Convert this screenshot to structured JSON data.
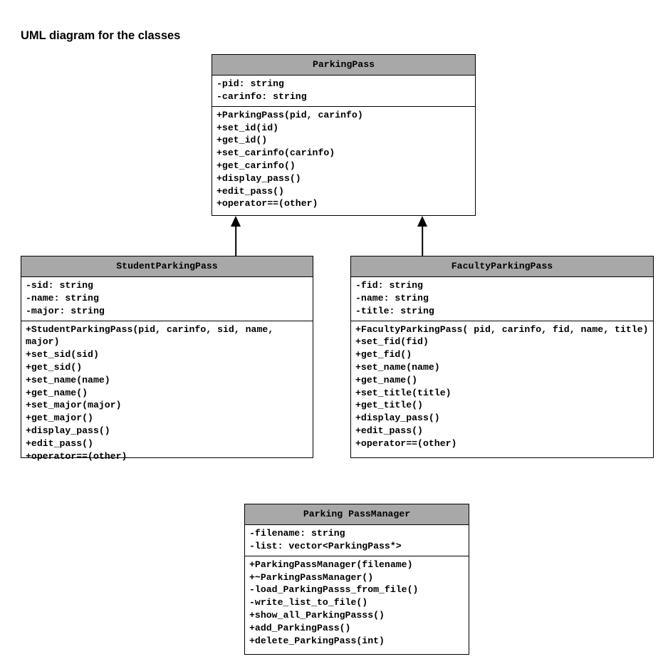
{
  "page": {
    "title": "UML diagram for the classes"
  },
  "diagram": {
    "type": "uml-class-diagram",
    "classes": [
      {
        "id": "parkingpass",
        "name": "ParkingPass",
        "attributes": [
          "-pid: string",
          "-carinfo: string"
        ],
        "methods": [
          "+ParkingPass(pid, carinfo)",
          "+set_id(id)",
          "+get_id()",
          "+set_carinfo(carinfo)",
          "+get_carinfo()",
          "+display_pass()",
          "+edit_pass()",
          "+operator==(other)"
        ]
      },
      {
        "id": "studentparkingpass",
        "name": "StudentParkingPass",
        "attributes": [
          "-sid: string",
          "-name: string",
          "-major: string"
        ],
        "methods": [
          "+StudentParkingPass(pid, carinfo, sid, name, major)",
          "+set_sid(sid)",
          "+get_sid()",
          "+set_name(name)",
          "+get_name()",
          "+set_major(major)",
          "+get_major()",
          "+display_pass()",
          "+edit_pass()",
          "+operator==(other)"
        ]
      },
      {
        "id": "facultyparkingpass",
        "name": "FacultyParkingPass",
        "attributes": [
          "-fid: string",
          "-name: string",
          "-title: string"
        ],
        "methods": [
          "+FacultyParkingPass( pid, carinfo, fid, name, title)",
          "+set_fid(fid)",
          "+get_fid()",
          "+set_name(name)",
          "+get_name()",
          "+set_title(title)",
          "+get_title()",
          "+display_pass()",
          "+edit_pass()",
          "+operator==(other)"
        ]
      },
      {
        "id": "parkingpassmanager",
        "name": "Parking PassManager",
        "attributes": [
          "-filename: string",
          "-list: vector<ParkingPass*>"
        ],
        "methods": [
          "+ParkingPassManager(filename)",
          "+~ParkingPassManager()",
          "-load_ParkingPasss_from_file()",
          "-write_list_to_file()",
          "+show_all_ParkingPasss()",
          "+add_ParkingPass()",
          "+delete_ParkingPass(int)"
        ]
      }
    ],
    "relationships": [
      {
        "id": "student-inherits-parkingpass",
        "kind": "generalization",
        "from": "studentparkingpass",
        "to": "parkingpass"
      },
      {
        "id": "faculty-inherits-parkingpass",
        "kind": "generalization",
        "from": "facultyparkingpass",
        "to": "parkingpass"
      }
    ]
  },
  "colors": {
    "header_fill": "#a8a8a8",
    "body_fill": "#ffffff",
    "stroke": "#000000",
    "text": "#000000"
  }
}
